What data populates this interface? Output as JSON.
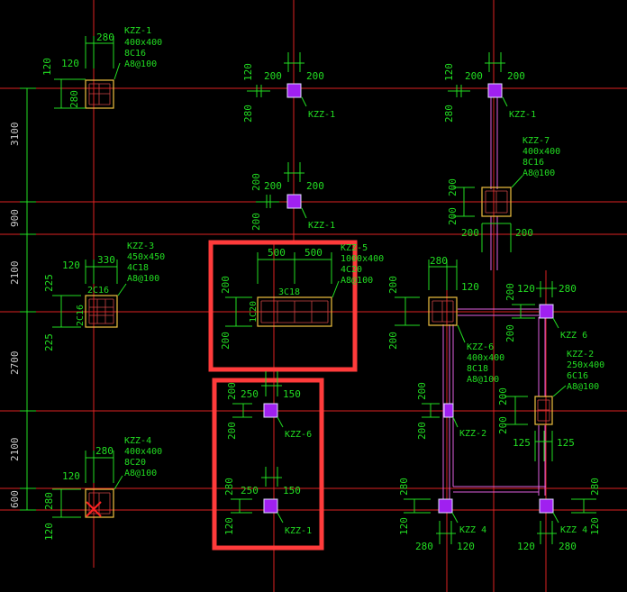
{
  "colors": {
    "background": "#000000",
    "axis_red": "#dd2222",
    "dim_green": "#22dd22",
    "column_outline": "#f0c040",
    "column_fill_magenta": "#a020f0",
    "beam_magenta": "#e060e0",
    "highlight_box": "#ff3b3b",
    "vertical_dim_text": "#cccccc"
  },
  "left_dimensions": [
    "3100",
    "900",
    "2100",
    "2700",
    "2100",
    "600"
  ],
  "columns": {
    "kzz1_top_left": {
      "label": "KZZ-1",
      "size": "400x400",
      "rebar": "8C16",
      "stirrup": "A8@100",
      "dim_top": "280",
      "dim_left": "120",
      "dim_v_top": "120",
      "dim_v_bottom": "280"
    },
    "kzz1_top_mid": {
      "label": "KZZ-1",
      "dim_l": "200",
      "dim_r": "200",
      "dim_v_top": "120",
      "dim_v_bottom": "280"
    },
    "kzz1_top_right": {
      "label": "KZZ-1",
      "dim_l": "200",
      "dim_r": "200",
      "dim_v_top": "120",
      "dim_v_bottom": "280"
    },
    "kzz1_mid": {
      "label": "KZZ-1",
      "dim_l": "200",
      "dim_r": "200",
      "dim_v_top": "200",
      "dim_v_bottom": "200"
    },
    "kzz7": {
      "label": "KZZ-7",
      "size": "400x400",
      "rebar": "8C16",
      "stirrup": "A8@100",
      "dim_l": "200",
      "dim_r": "200",
      "dim_v_top": "200",
      "dim_v_bottom": "200"
    },
    "kzz3": {
      "label": "KZZ-3",
      "size": "450x450",
      "rebar": "4C18",
      "stirrup": "A8@100",
      "dim_top": "330",
      "dim_left": "120",
      "dim_v_top": "225",
      "dim_v_bottom": "225",
      "side_label_top": "2C16",
      "side_label_left": "2C16"
    },
    "kzz5": {
      "label": "KZZ-5",
      "size": "1000x400",
      "rebar": "4C20",
      "stirrup": "A8@100",
      "dim_l": "500",
      "dim_r": "500",
      "dim_v_top": "200",
      "dim_v_bottom": "200",
      "inner_top": "3C18",
      "inner_left": "1C20"
    },
    "kzz6_right": {
      "label": "KZZ-6",
      "size": "400x400",
      "rebar": "8C18",
      "stirrup": "A8@100",
      "dim_top": "280",
      "dim_right": "120",
      "dim_v_top": "200",
      "dim_v_bottom": "200"
    },
    "kzz6_small": {
      "label": "KZZ 6",
      "dim_l": "120",
      "dim_r": "280",
      "dim_v_top": "200",
      "dim_v_bottom": "200"
    },
    "kzz2": {
      "label": "KZZ-2",
      "size": "250x400",
      "rebar": "6C16",
      "stirrup": "A8@100",
      "dim_l": "125",
      "dim_r": "125",
      "dim_v_top": "200",
      "dim_v_bottom": "200"
    },
    "kzz2_small": {
      "label": "KZZ-2",
      "dim_v_top": "200",
      "dim_v_bottom": "200"
    },
    "kzz6_box": {
      "label": "KZZ-6",
      "dim_l": "250",
      "dim_r": "150",
      "dim_v_top": "200",
      "dim_v_bottom": "200"
    },
    "kzz1_box": {
      "label": "KZZ-1",
      "dim_l": "250",
      "dim_r": "150",
      "dim_v_top": "280",
      "dim_v_bottom": "120"
    },
    "kzz4_left": {
      "label": "KZZ-4",
      "size": "400x400",
      "rebar": "8C20",
      "stirrup": "A8@100",
      "dim_top": "280",
      "dim_left": "120",
      "dim_v_top": "280",
      "dim_v_bottom": "120"
    },
    "kzz4_a": {
      "label": "KZZ 4",
      "dim_l": "280",
      "dim_r": "120",
      "dim_v_top": "280",
      "dim_v_bottom": "120"
    },
    "kzz4_b": {
      "label": "KZZ 4",
      "dim_l": "120",
      "dim_r": "280",
      "dim_v_top": "280",
      "dim_v_bottom": "120"
    }
  }
}
